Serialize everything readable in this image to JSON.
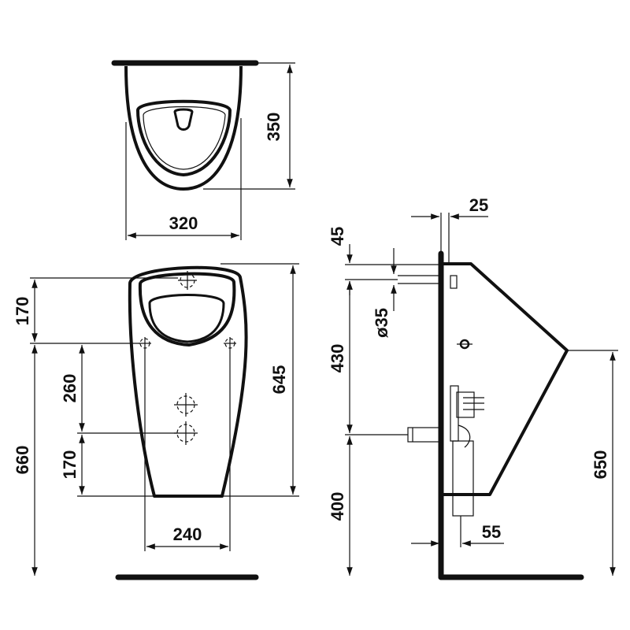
{
  "top_view": {
    "width_label": "320",
    "depth_label": "350"
  },
  "front_view": {
    "upper_label": "170",
    "middle_label": "260",
    "lower_label": "170",
    "total_label": "660",
    "body_height_label": "645",
    "hole_spacing_label": "240"
  },
  "side_view": {
    "wall_offset_label": "25",
    "top_label": "45",
    "diameter_label": "ø35",
    "middle_label": "430",
    "bottom_label": "400",
    "outlet_height_label": "650",
    "outlet_offset_label": "55"
  }
}
